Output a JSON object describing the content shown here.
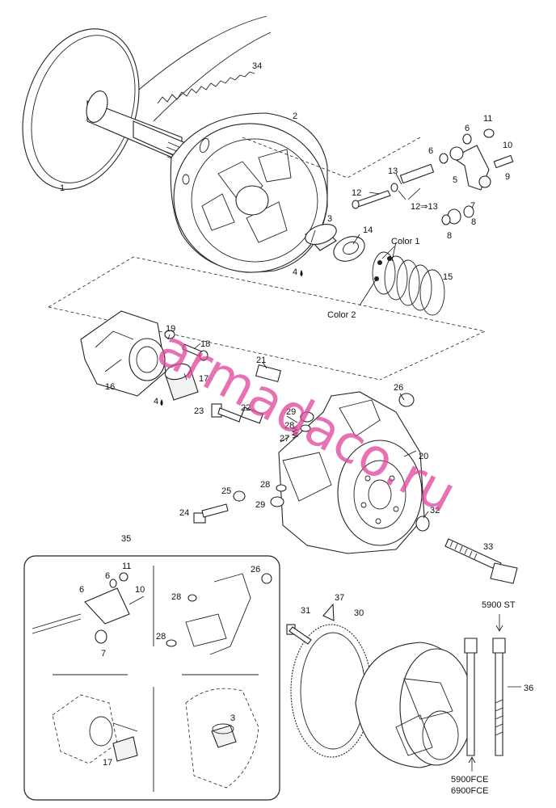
{
  "labels": {
    "p1": "1",
    "p2": "2",
    "p3": "3",
    "p4a": "4",
    "p4b": "4",
    "p5": "5",
    "p6a": "6",
    "p6b": "6",
    "p7": "7",
    "p8a": "8",
    "p8b": "8",
    "p9": "9",
    "p10": "10",
    "p11": "11",
    "p12": "12",
    "p12to13": "12⇒13",
    "p13": "13",
    "p14": "14",
    "p15": "15",
    "p16": "16",
    "p17": "17",
    "p18": "18",
    "p19": "19",
    "p20": "20",
    "p21": "21",
    "p22": "22",
    "p23": "23",
    "p24": "24",
    "p25": "25",
    "p26": "26",
    "p27": "27",
    "p28a": "28",
    "p28b": "28",
    "p29a": "29",
    "p29b": "29",
    "p30": "30",
    "p31": "31",
    "p32": "32",
    "p33": "33",
    "p34": "34",
    "p35": "35",
    "p36": "36",
    "p37": "37",
    "color1": "Color 1",
    "color2": "Color 2"
  },
  "inset_labels": {
    "i11": "11",
    "i6a": "6",
    "i6b": "6",
    "i10": "10",
    "i7": "7",
    "i26": "26",
    "i28a": "28",
    "i28b": "28",
    "i3": "3",
    "i17": "17"
  },
  "variants": {
    "top": "5900 ST",
    "bottom_1": "5900FCE",
    "bottom_2": "6900FCE"
  },
  "watermark": "armadaco.ru",
  "colors": {
    "line": "#222222",
    "watermark": "#e0449a"
  }
}
